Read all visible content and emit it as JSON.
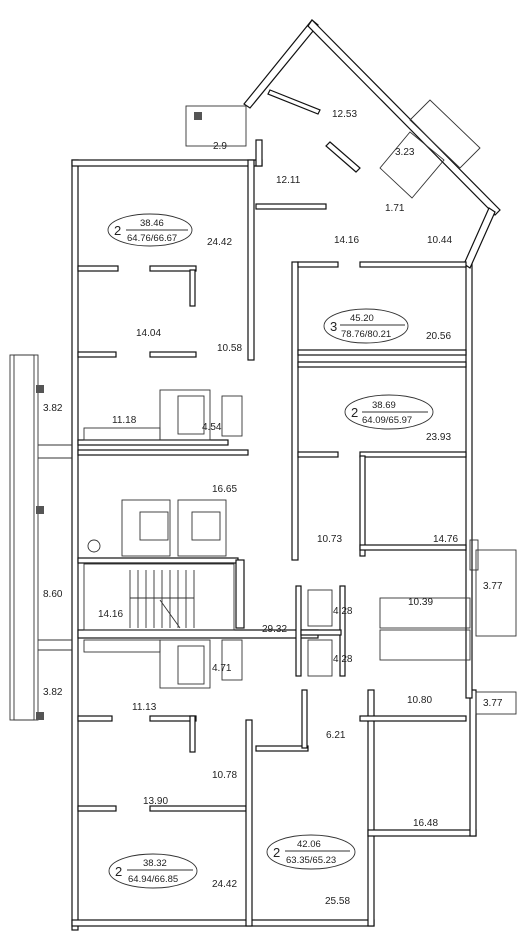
{
  "plan": {
    "rooms": [
      {
        "id": "r-12-53",
        "area": "12.53"
      },
      {
        "id": "r-3-23",
        "area": "3.23"
      },
      {
        "id": "r-2-9",
        "area": "2.9"
      },
      {
        "id": "r-12-11",
        "area": "12.11"
      },
      {
        "id": "r-1-71",
        "area": "1.71"
      },
      {
        "id": "r-24-42-top",
        "area": "24.42"
      },
      {
        "id": "r-14-16-top",
        "area": "14.16"
      },
      {
        "id": "r-10-44",
        "area": "10.44"
      },
      {
        "id": "r-14-04",
        "area": "14.04"
      },
      {
        "id": "r-10-58",
        "area": "10.58"
      },
      {
        "id": "r-20-56",
        "area": "20.56"
      },
      {
        "id": "r-3-82-top",
        "area": "3.82"
      },
      {
        "id": "r-11-18",
        "area": "11.18"
      },
      {
        "id": "r-4-54",
        "area": "4.54"
      },
      {
        "id": "r-23-93",
        "area": "23.93"
      },
      {
        "id": "r-16-65",
        "area": "16.65"
      },
      {
        "id": "r-10-73",
        "area": "10.73"
      },
      {
        "id": "r-14-76",
        "area": "14.76"
      },
      {
        "id": "r-3-77-top",
        "area": "3.77"
      },
      {
        "id": "r-4-28-top",
        "area": "4.28"
      },
      {
        "id": "r-10-39",
        "area": "10.39"
      },
      {
        "id": "r-8-60",
        "area": "8.60"
      },
      {
        "id": "r-14-16-stair",
        "area": "14.16"
      },
      {
        "id": "r-29-32",
        "area": "29.32"
      },
      {
        "id": "r-4-28-bottom",
        "area": "4.28"
      },
      {
        "id": "r-4-71",
        "area": "4.71"
      },
      {
        "id": "r-3-82-bottom",
        "area": "3.82"
      },
      {
        "id": "r-10-80",
        "area": "10.80"
      },
      {
        "id": "r-3-77-bottom",
        "area": "3.77"
      },
      {
        "id": "r-11-13",
        "area": "11.13"
      },
      {
        "id": "r-6-21",
        "area": "6.21"
      },
      {
        "id": "r-10-78",
        "area": "10.78"
      },
      {
        "id": "r-13-90",
        "area": "13.90"
      },
      {
        "id": "r-16-48",
        "area": "16.48"
      },
      {
        "id": "r-24-42-bottom",
        "area": "24.42"
      },
      {
        "id": "r-25-58",
        "area": "25.58"
      }
    ],
    "apartments": [
      {
        "id": "apt-1",
        "rooms": "2",
        "living": "38.46",
        "total": "64.76/66.67"
      },
      {
        "id": "apt-2",
        "rooms": "3",
        "living": "45.20",
        "total": "78.76/80.21"
      },
      {
        "id": "apt-3",
        "rooms": "2",
        "living": "38.69",
        "total": "64.09/65.97"
      },
      {
        "id": "apt-4",
        "rooms": "2",
        "living": "38.32",
        "total": "64.94/66.85"
      },
      {
        "id": "apt-5",
        "rooms": "2",
        "living": "42.06",
        "total": "63.35/65.23"
      }
    ]
  }
}
